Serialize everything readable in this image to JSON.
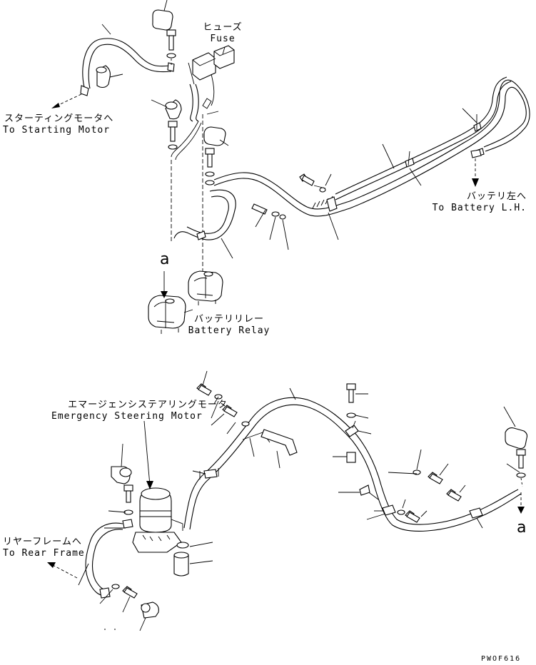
{
  "colors": {
    "ink": "#000000",
    "paper": "#ffffff"
  },
  "labels": {
    "fuse_jp": "ヒューズ",
    "fuse_en": "Fuse",
    "starting_motor_jp": "スターティングモータへ",
    "starting_motor_en": "To Starting Motor",
    "battery_lh_jp": "バッテリ左へ",
    "battery_lh_en": "To Battery L.H.",
    "battery_relay_jp": "バッテリリレー",
    "battery_relay_en": "Battery Relay",
    "emergency_motor_jp": "エマージェンシステアリングモータ",
    "emergency_motor_en": "Emergency Steering Motor",
    "rear_frame_jp": "リヤーフレームへ",
    "rear_frame_en": "To Rear Frame",
    "ref_a_top": "a",
    "ref_a_bottom": "a",
    "drawing_code": "PWOF616"
  }
}
